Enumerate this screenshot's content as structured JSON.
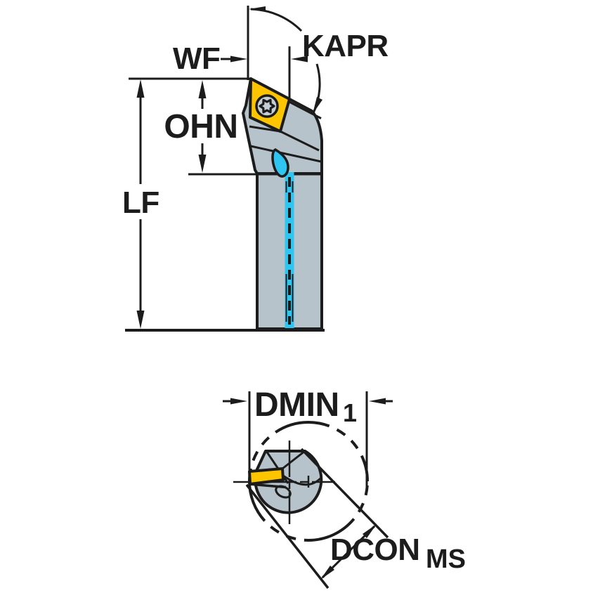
{
  "drawing": {
    "side_view": {
      "wf_label": "WF",
      "kapr_label": "KAPR",
      "ohn_label": "OHN",
      "lf_label": "LF"
    },
    "end_view": {
      "dmin_label": "DMIN",
      "dmin_subscript": "1",
      "dcon_label": "DCON",
      "dcon_subscript": "MS"
    }
  },
  "colors": {
    "background": "#ffffff",
    "line": "#1c1c1c",
    "tool_body": "#b7c3cb",
    "screw": "#c3ced6",
    "insert": "#fdc500",
    "coolant": "#2ec5f0"
  }
}
